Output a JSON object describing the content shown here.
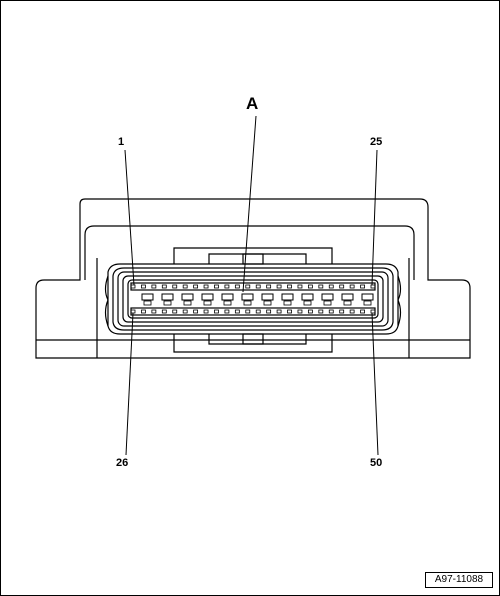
{
  "callouts": {
    "connector": "A",
    "pin_top_left": "1",
    "pin_top_right": "25",
    "pin_bottom_left": "26",
    "pin_bottom_right": "50"
  },
  "figure_id": "A97-11088",
  "pins": {
    "top_row_first": 1,
    "top_row_last": 25,
    "bottom_row_first": 26,
    "bottom_row_last": 50
  }
}
